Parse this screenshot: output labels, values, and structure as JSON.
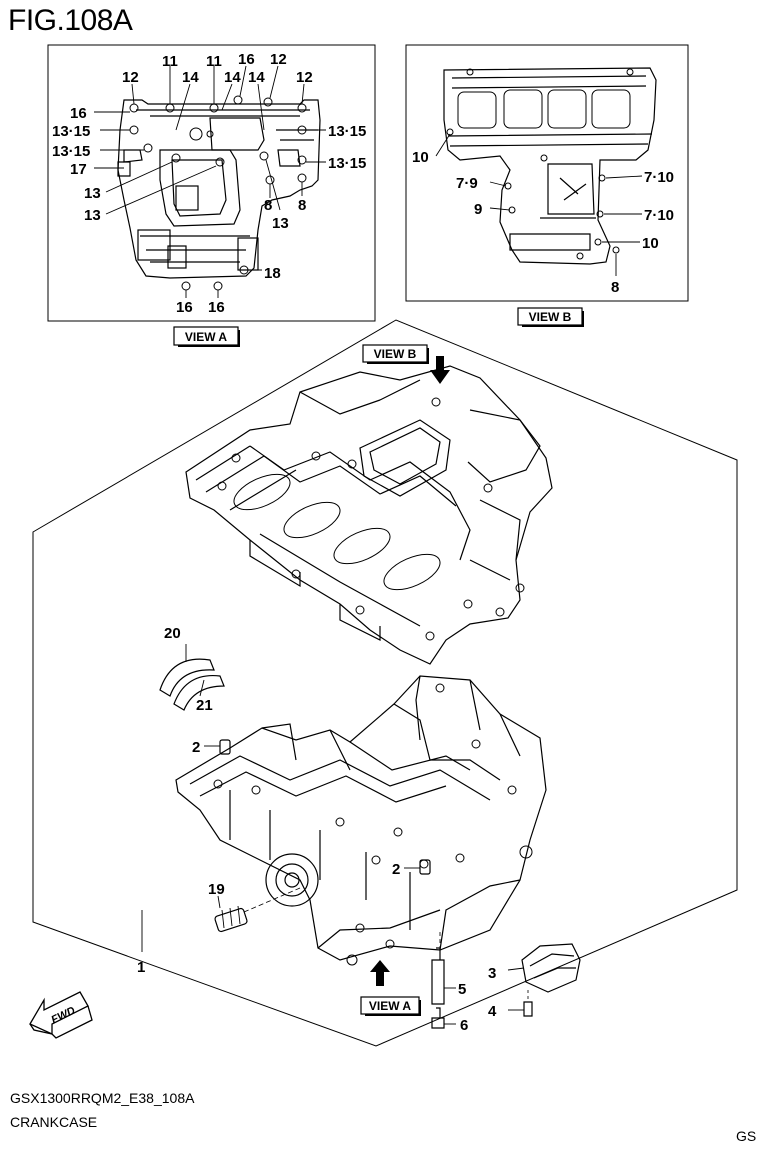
{
  "figure": {
    "title": "FIG.108A",
    "model_code": "GSX1300RRQM2_E38_108A",
    "category": "CRANKCASE",
    "corner_mark": "GS"
  },
  "views": {
    "view_a": "VIEW A",
    "view_b": "VIEW B"
  },
  "fwd_label": "FWD",
  "callouts_view_a": [
    "11",
    "11",
    "16",
    "12",
    "12",
    "14",
    "14",
    "14",
    "12",
    "16",
    "13·15",
    "13·15",
    "13·15",
    "13·15",
    "17",
    "13",
    "13",
    "8",
    "13",
    "8",
    "18",
    "16",
    "16"
  ],
  "callouts_view_b": [
    "10",
    "7·9",
    "9",
    "7·10",
    "7·10",
    "10",
    "8"
  ],
  "callouts_main": [
    "20",
    "21",
    "2",
    "2",
    "19",
    "1",
    "3",
    "5",
    "4",
    "6"
  ],
  "colors": {
    "line": "#000000",
    "background": "#ffffff"
  }
}
